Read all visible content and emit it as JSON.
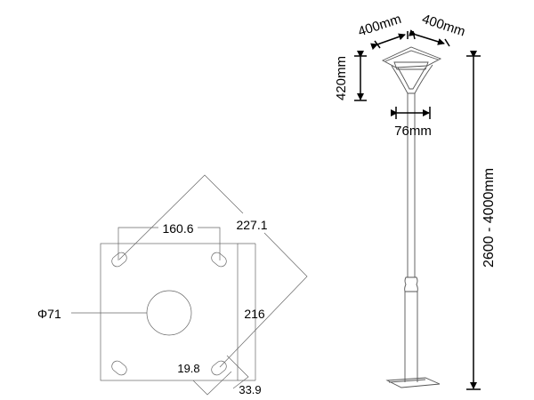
{
  "base_plate": {
    "dim_hole_spacing": "160.6",
    "dim_diagonal": "227.1",
    "dim_plate_height": "216",
    "dim_center_hole": "Φ71",
    "dim_slot_width": "19.8",
    "dim_slot_length": "33.9"
  },
  "lamp_post": {
    "dim_head_left": "400mm",
    "dim_head_right": "400mm",
    "dim_head_height": "420mm",
    "dim_pole_diameter": "76mm",
    "dim_total_height": "2600 - 4000mm"
  }
}
